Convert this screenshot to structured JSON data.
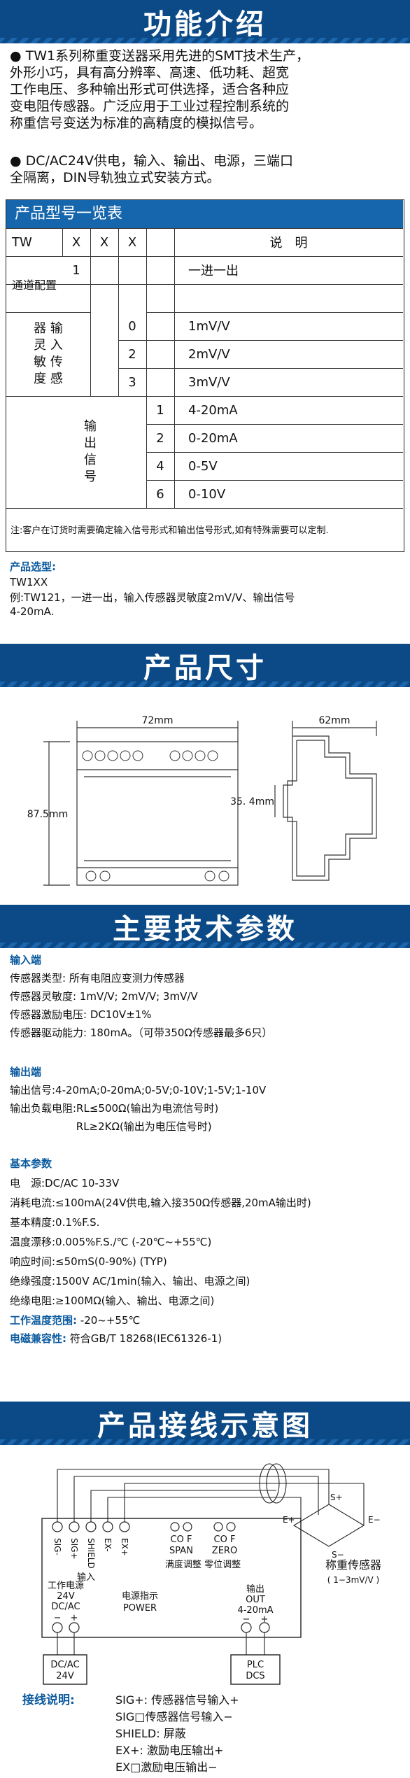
{
  "intro": {
    "title": "功能介绍",
    "p1": [
      "● TW1系列称重变送器采用先进的SMT技术生产，",
      "外形小巧，具有高分辨率、高速、低功耗、超宽",
      "工作电压、多种输出形式可供选择，适合各种应",
      "变电阻传感器。广泛应用于工业过程控制系统的",
      "称重信号变送为标准的高精度的模拟信号。"
    ],
    "p2": [
      "● DC/AC24V供电，输入、输出、电源，三端口",
      "全隔离，DIN导轨独立式安装方式。"
    ]
  },
  "table": {
    "title": "产品型号一览表",
    "header": [
      "TW",
      "X",
      "X",
      "X",
      "说　明"
    ],
    "channel_label": "通道配置",
    "channel_value": "1",
    "channel_desc": "一进一出",
    "sens_label": [
      "器 输",
      "灵 入",
      "敏 传",
      "度 感"
    ],
    "sens_rows": [
      {
        "code": "0",
        "desc": "1mV/V"
      },
      {
        "code": "2",
        "desc": "2mV/V"
      },
      {
        "code": "3",
        "desc": "3mV/V"
      }
    ],
    "out_label": [
      "输",
      "出",
      "信",
      "号"
    ],
    "out_rows": [
      {
        "code": "1",
        "desc": "4-20mA"
      },
      {
        "code": "2",
        "desc": "0-20mA"
      },
      {
        "code": "4",
        "desc": "0-5V"
      },
      {
        "code": "6",
        "desc": "0-10V"
      }
    ],
    "note": "注:客户在订货时需要确定输入信号形式和输出信号形式,如有特殊需要可以定制."
  },
  "selection": {
    "label": "产品选型:",
    "model": "TW1XX",
    "example": [
      "例:TW121，一进一出，输入传感器灵敏度2mV/V、输出信号",
      "4-20mA."
    ]
  },
  "dims": {
    "title": "产品尺寸",
    "w": "72mm",
    "h": "87.5mm",
    "d": "62mm",
    "mid": "35. 4mm"
  },
  "specs": {
    "title": "主要技术参数",
    "input_label": "输入端",
    "input": [
      "传感器类型: 所有电阻应变测力传感器",
      "传感器灵敏度: 1mV/V; 2mV/V; 3mV/V",
      "传感器激励电压: DC10V±1%",
      "传感器驱动能力: 180mA。（可带350Ω传感器最多6只）"
    ],
    "output_label": "输出端",
    "output": [
      "输出信号:4-20mA;0-20mA;0-5V;0-10V;1-5V;1-10V",
      "输出负载电阻:RL≤500Ω(输出为电流信号时)",
      "　　　　　　 RL≥2KΩ(输出为电压信号时)"
    ],
    "basic_label": "基本参数",
    "basic": [
      "电　源:DC/AC 10-33V",
      "消耗电流:≤100mA(24V供电,输入接350Ω传感器,20mA输出时)",
      "基本精度:0.1%F.S.",
      "温度漂移:0.005%F.S./℃ (-20℃~+55℃)",
      "响应时间:≤50mS(0-90%) (TYP)",
      "绝缘强度:1500V AC/1min(输入、输出、电源之间)",
      "绝缘电阻:≥100MΩ(输入、输出、电源之间)"
    ],
    "temp_label": "工作温度范围:",
    "temp_value": "-20~+55℃",
    "emc_label": "电磁兼容性:",
    "emc_value": "符合GB/T 18268(IEC61326-1)"
  },
  "wiring": {
    "title": "产品接线示意图",
    "terminals": [
      "SIG-",
      "SIG+",
      "SHIELD",
      "EX-",
      "EX+"
    ],
    "input_word": "输入",
    "span_co": "CO F",
    "zero_co": "CO F",
    "span": "SPAN",
    "zero": "ZERO",
    "span_adj": "满度调整",
    "zero_adj": "零位调整",
    "power_label": [
      "工作电源",
      "24V",
      "DC/AC"
    ],
    "power_ind": [
      "电源指示",
      "POWER"
    ],
    "out_label": [
      "输出",
      "OUT",
      "4-20mA"
    ],
    "minus": "−",
    "plus": "+",
    "dc_box": [
      "DC/AC",
      "24V"
    ],
    "plc_box": [
      "PLC",
      "DCS"
    ],
    "sensor": "称重传感器",
    "sensor_sub": "( 1−3mV/V )",
    "bridge": {
      "sp": "S+",
      "sm": "S−",
      "ep": "E+",
      "em": "E−"
    }
  },
  "legend": {
    "label": "接线说明:",
    "items": [
      "SIG+: 传感器信号输入+",
      "SIG□传感器信号输入−",
      "SHIELD: 屏蔽",
      "EX+: 激励电压输出+",
      "EX□激励电压输出−"
    ]
  }
}
